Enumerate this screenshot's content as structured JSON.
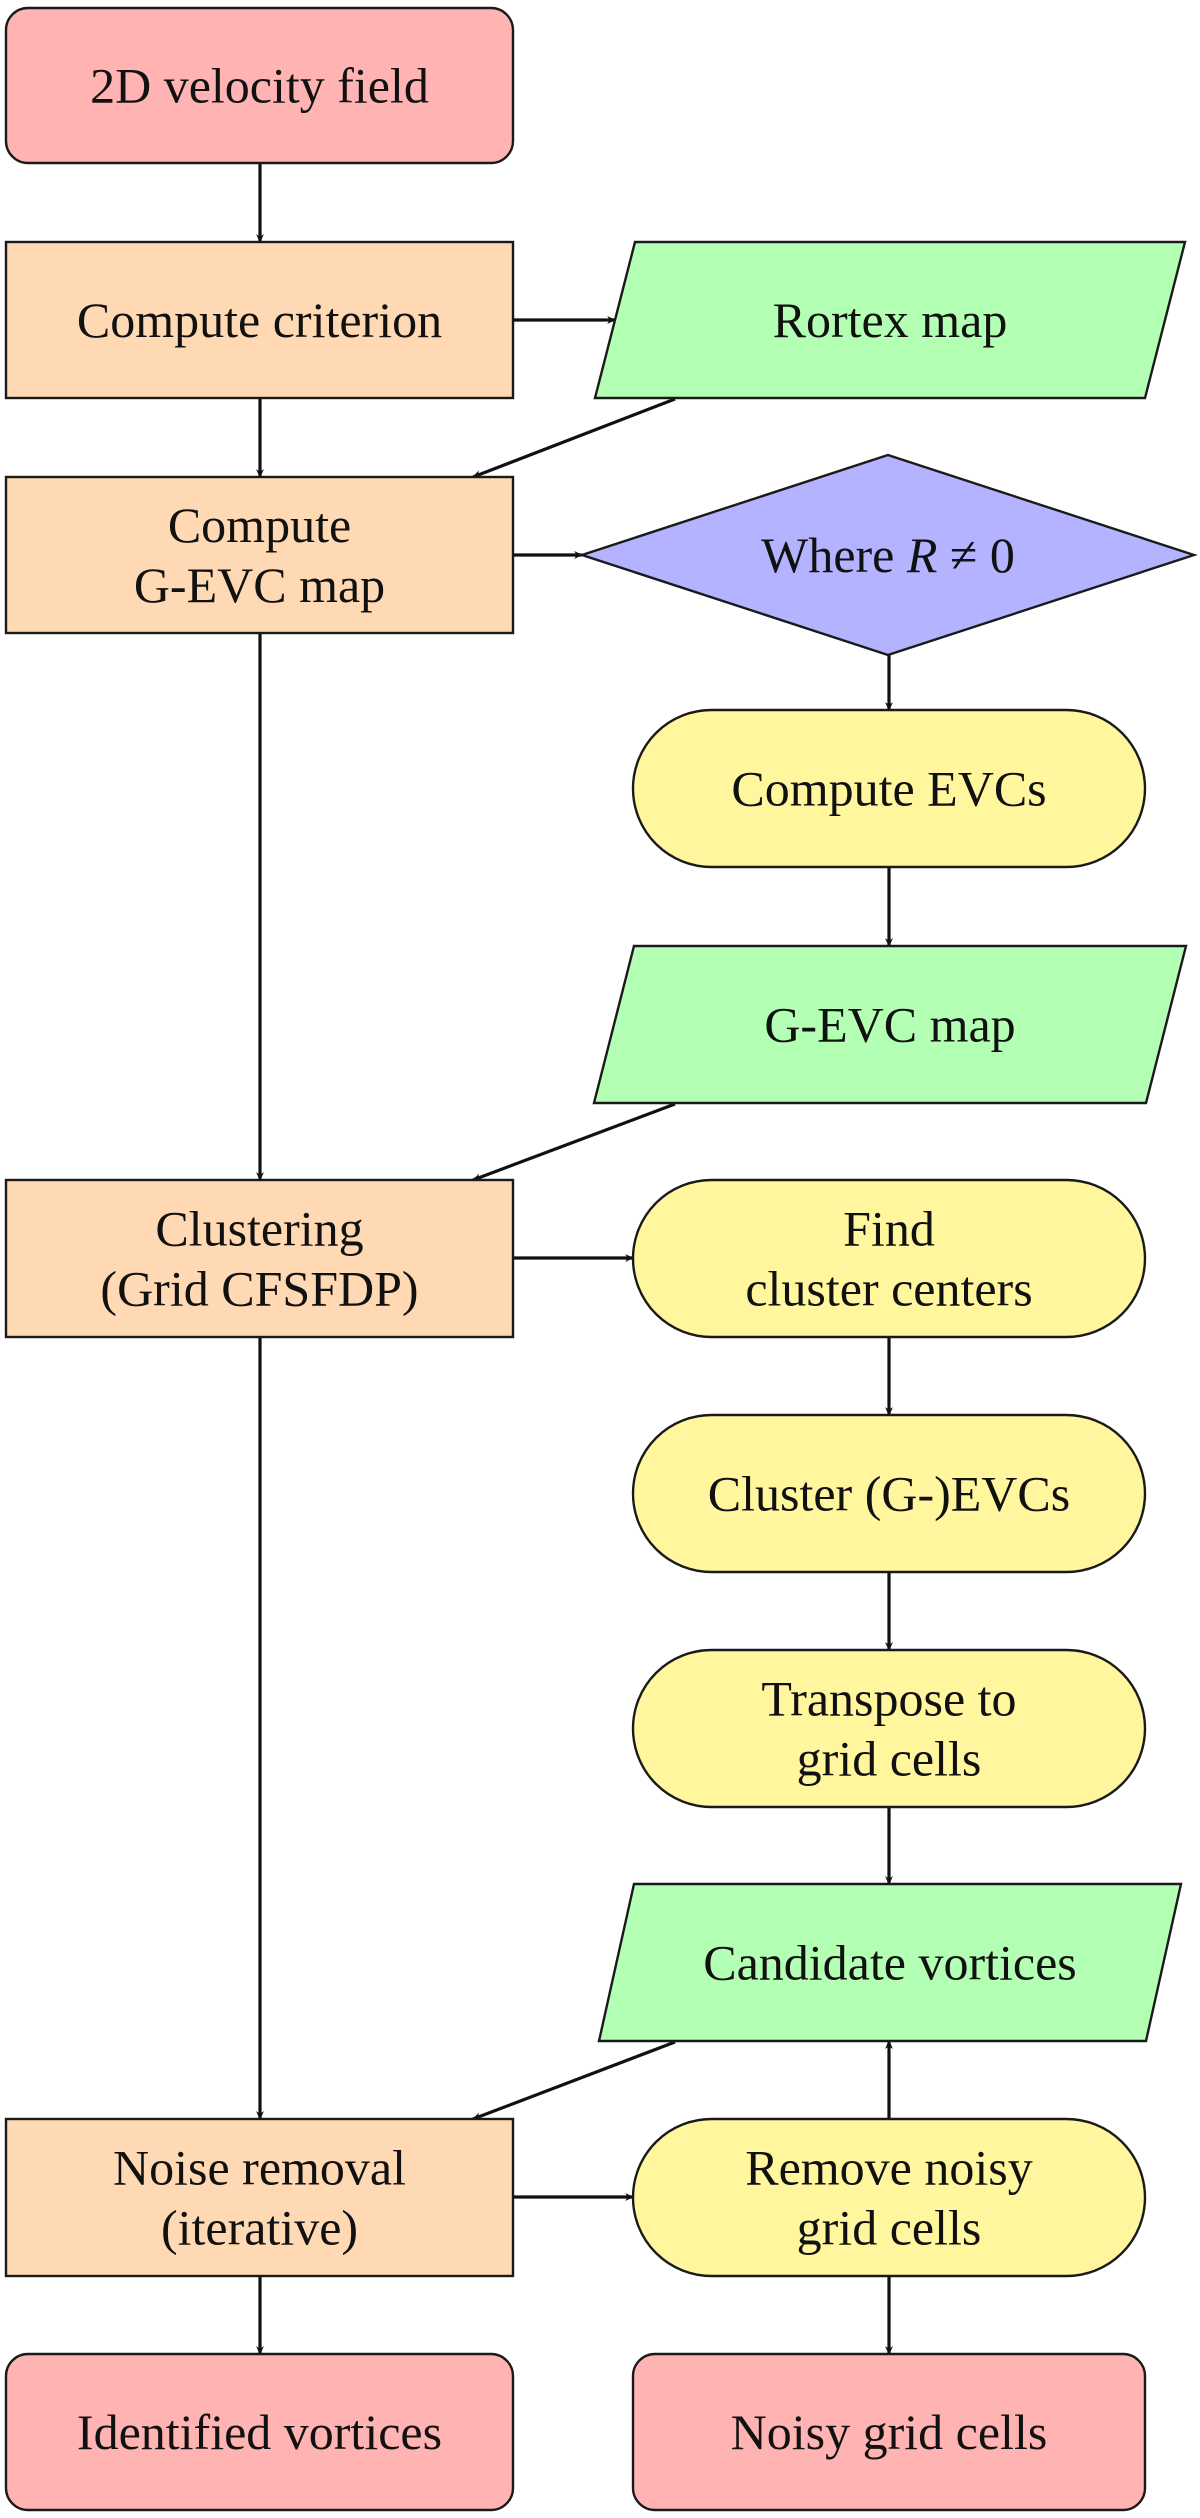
{
  "diagram": {
    "type": "flowchart",
    "colors": {
      "terminal": "#FFB3B3",
      "process": "#FFD9B3",
      "data": "#B3FFB3",
      "decision": "#B3B3FF",
      "operation": "#FFF69E",
      "stroke": "#1a1a1a"
    },
    "nodes": [
      {
        "id": "velocity_field",
        "shape": "terminal",
        "lines": [
          "2D velocity field"
        ]
      },
      {
        "id": "compute_criterion",
        "shape": "process",
        "lines": [
          "Compute criterion"
        ]
      },
      {
        "id": "rortex_map",
        "shape": "data",
        "lines": [
          "Rortex map"
        ]
      },
      {
        "id": "compute_gevc_map",
        "shape": "process",
        "lines": [
          "Compute",
          "G-EVC map"
        ]
      },
      {
        "id": "where_r_nonzero",
        "shape": "decision",
        "lines": [
          "Where R ≠ 0"
        ],
        "math_symbol": "R"
      },
      {
        "id": "compute_evcs",
        "shape": "operation",
        "lines": [
          "Compute EVCs"
        ]
      },
      {
        "id": "gevc_map",
        "shape": "data",
        "lines": [
          "G-EVC map"
        ]
      },
      {
        "id": "clustering",
        "shape": "process",
        "lines": [
          "Clustering",
          "(Grid CFSFDP)"
        ]
      },
      {
        "id": "find_cluster_centers",
        "shape": "operation",
        "lines": [
          "Find",
          "cluster centers"
        ]
      },
      {
        "id": "cluster_gevcs",
        "shape": "operation",
        "lines": [
          "Cluster (G-)EVCs"
        ]
      },
      {
        "id": "transpose_grid_cells",
        "shape": "operation",
        "lines": [
          "Transpose to",
          "grid cells"
        ]
      },
      {
        "id": "candidate_vortices",
        "shape": "data",
        "lines": [
          "Candidate vortices"
        ]
      },
      {
        "id": "noise_removal",
        "shape": "process",
        "lines": [
          "Noise removal",
          "(iterative)"
        ]
      },
      {
        "id": "remove_noisy_cells",
        "shape": "operation",
        "lines": [
          "Remove noisy",
          "grid cells"
        ]
      },
      {
        "id": "identified_vortices",
        "shape": "terminal",
        "lines": [
          "Identified vortices"
        ]
      },
      {
        "id": "noisy_grid_cells",
        "shape": "terminal",
        "lines": [
          "Noisy grid cells"
        ]
      }
    ],
    "edges": [
      {
        "from": "velocity_field",
        "to": "compute_criterion"
      },
      {
        "from": "compute_criterion",
        "to": "rortex_map"
      },
      {
        "from": "compute_criterion",
        "to": "compute_gevc_map"
      },
      {
        "from": "rortex_map",
        "to": "compute_gevc_map"
      },
      {
        "from": "compute_gevc_map",
        "to": "where_r_nonzero"
      },
      {
        "from": "compute_gevc_map",
        "to": "clustering"
      },
      {
        "from": "where_r_nonzero",
        "to": "compute_evcs"
      },
      {
        "from": "compute_evcs",
        "to": "gevc_map"
      },
      {
        "from": "gevc_map",
        "to": "clustering"
      },
      {
        "from": "clustering",
        "to": "find_cluster_centers"
      },
      {
        "from": "clustering",
        "to": "noise_removal"
      },
      {
        "from": "find_cluster_centers",
        "to": "cluster_gevcs"
      },
      {
        "from": "cluster_gevcs",
        "to": "transpose_grid_cells"
      },
      {
        "from": "transpose_grid_cells",
        "to": "candidate_vortices"
      },
      {
        "from": "candidate_vortices",
        "to": "noise_removal"
      },
      {
        "from": "noise_removal",
        "to": "remove_noisy_cells"
      },
      {
        "from": "noise_removal",
        "to": "identified_vortices"
      },
      {
        "from": "remove_noisy_cells",
        "to": "candidate_vortices"
      },
      {
        "from": "remove_noisy_cells",
        "to": "noisy_grid_cells"
      }
    ]
  }
}
